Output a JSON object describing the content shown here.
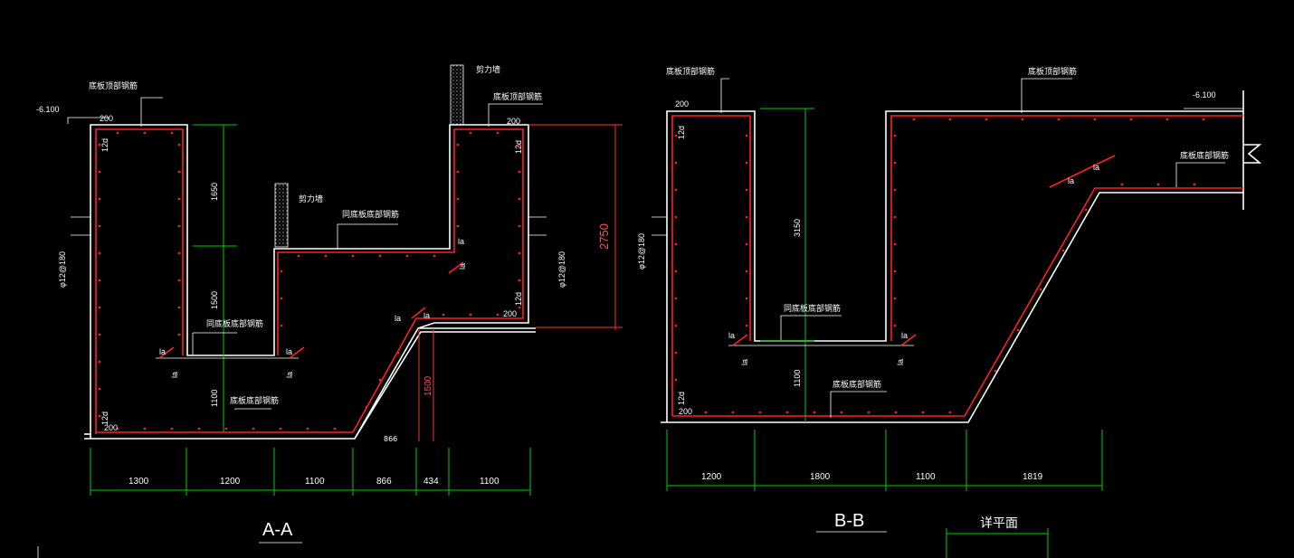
{
  "section_aa": {
    "title": "A-A",
    "elevation": "-6.100",
    "dimensions": [
      "1300",
      "1200",
      "1100",
      "866",
      "434",
      "1100"
    ],
    "vertical_dims": [
      "1650",
      "1500",
      "1100",
      "1500"
    ],
    "overall_height": "2750",
    "labels": {
      "top_slab_rebar": "底板顶部钢筋",
      "top_slab_rebar_right": "底板顶部钢筋",
      "shear_wall_1": "剪力墙",
      "shear_wall_2": "剪力墙",
      "same_position_rebar": "同底板底部钢筋",
      "same_position_rebar_2": "同底板底部钢筋",
      "bottom_rebar": "底板底部钢筋",
      "rebar_spec_left": "φ12@180",
      "rebar_spec_right": "φ12@180",
      "cover_200": "200",
      "cover_12d": "12d",
      "anchor_la": "la",
      "small_866": "866"
    }
  },
  "section_bb": {
    "title": "B-B",
    "elevation": "-6.100",
    "dimensions": [
      "1200",
      "1800",
      "1100",
      "1819"
    ],
    "vertical_dims": [
      "3150",
      "1100"
    ],
    "labels": {
      "top_slab_rebar": "底板顶部钢筋",
      "top_slab_rebar_right": "底板顶部钢筋",
      "bottom_slab_rebar": "底板底部钢筋",
      "same_position_rebar": "同底板底部钢筋",
      "bottom_rebar": "底板底部钢筋",
      "rebar_spec": "φ12@180",
      "cover_200": "200",
      "cover_12d": "12d",
      "anchor_la": "la"
    }
  },
  "plan_label": "详平面",
  "colors": {
    "background": "#000000",
    "wall": "#ffffff",
    "rebar": "#ff2020",
    "dimension": "#00cc00"
  }
}
